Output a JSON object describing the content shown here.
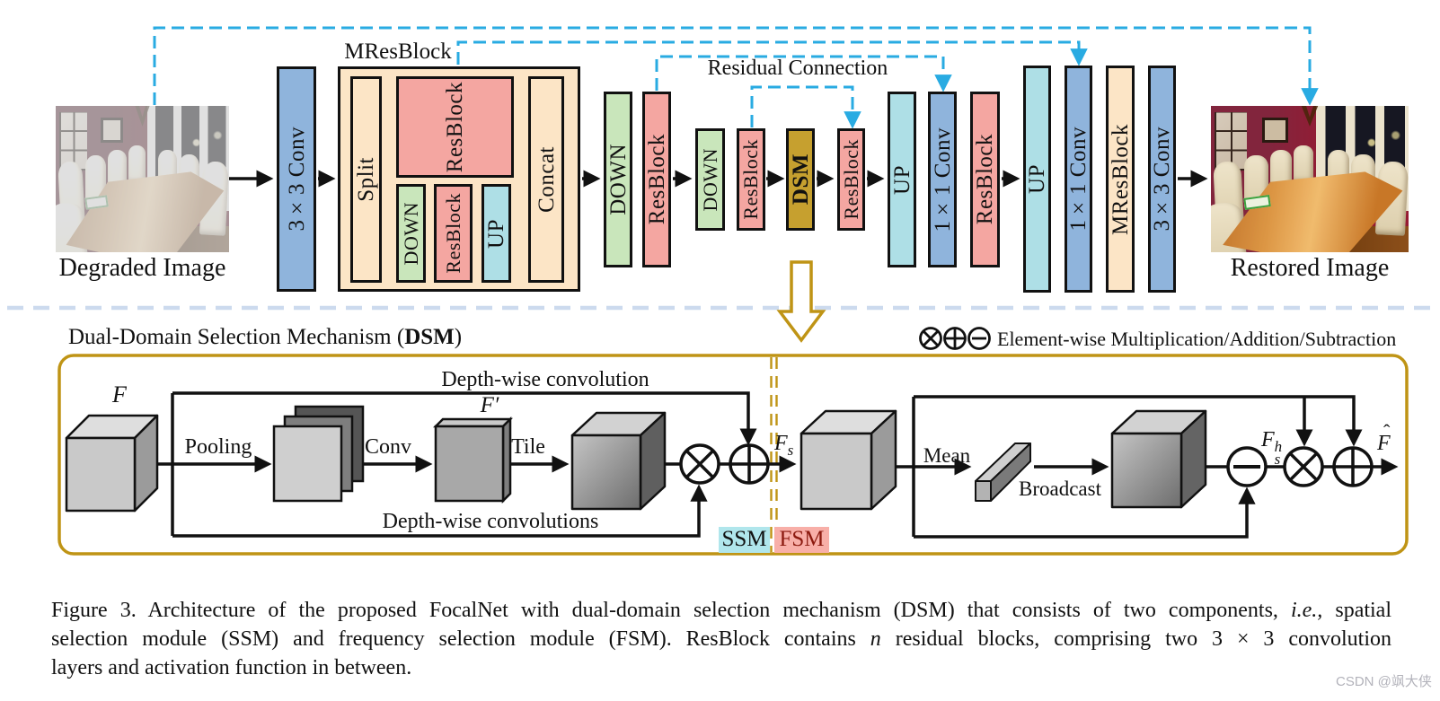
{
  "colors": {
    "block_blue": "#8fb4dc",
    "block_green": "#c9e6bb",
    "block_pink": "#f4a6a1",
    "block_cyan": "#aedfe6",
    "block_cream": "#fce5c6",
    "block_gold": "#c6a02f",
    "residual_dash_blue": "#29abe2",
    "gold_outline": "#bf9415",
    "divider_dash": "#ccdaee",
    "ssm_badge_bg": "#b0e6ec",
    "fsm_badge_bg": "#f8afa8",
    "fsm_badge_text": "#8c1a0f"
  },
  "top_diagram": {
    "degraded_label": "Degraded Image",
    "restored_label": "Restored Image",
    "mresblock_title": "MResBlock",
    "residual_label": "Residual Connection",
    "blocks": {
      "conv3x3": "3×3 Conv",
      "split": "Split",
      "resblock": "ResBlock",
      "down": "DOWN",
      "up": "UP",
      "concat": "Concat",
      "dsm": "DSM",
      "conv1x1": "1×1 Conv",
      "mresblock": "MResBlock"
    }
  },
  "dsm_panel": {
    "title_pre": "Dual-Domain Selection Mechanism (",
    "title_bold": "DSM",
    "title_post": ")",
    "legend": "Element-wise Multiplication/Addition/Subtraction",
    "labels": {
      "pooling": "Pooling",
      "conv": "Conv",
      "tile": "Tile",
      "dw_conv_top": "Depth-wise convolution",
      "dw_conv_bottom": "Depth-wise convolutions",
      "mean": "Mean",
      "broadcast": "Broadcast",
      "ssm": "SSM",
      "fsm": "FSM"
    },
    "math": {
      "f": "F",
      "f_prime": "F′",
      "fs_base": "F",
      "fs_sub": "s",
      "fsh_base": "F",
      "fsh_sub": "s",
      "fsh_sup": "h",
      "fhat_base": "F",
      "fhat_mark": "ˆ"
    }
  },
  "caption": {
    "l1a": "Figure 3. Architecture of the proposed FocalNet with dual-domain selection mechanism (DSM) that consists of two components, ",
    "l1b": "i.e.,",
    "l1c": " spatial",
    "l2a": "selection module (SSM) and frequency selection module (FSM). ResBlock contains ",
    "l2b": "n",
    "l2c": " residual blocks, comprising two 3 × 3 convolution",
    "l3": "layers and activation function in between."
  },
  "watermark": "CSDN @飒大侠"
}
